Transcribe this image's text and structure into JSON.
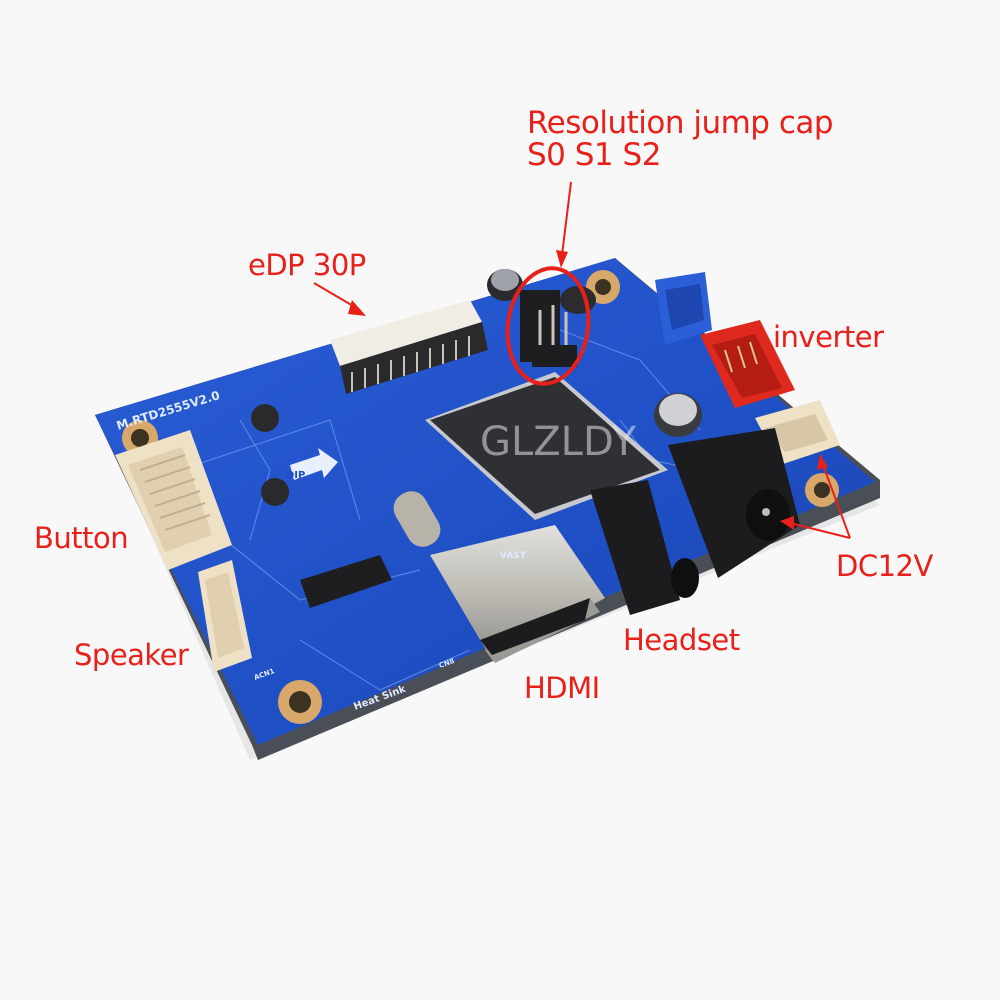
{
  "colors": {
    "background": "#f8f8f8",
    "annotation": "#e8201a",
    "pcb": "#1f4fc4",
    "pcb_edge": "#3a3d44",
    "connector_red": "#e0291e",
    "connector_blue": "#2a5fd8",
    "connector_white": "#efe1c6"
  },
  "annotations": [
    {
      "id": "resolution",
      "label": "Resolution jump cap",
      "sub": "S0 S1 S2"
    },
    {
      "id": "edp",
      "label": "eDP 30P"
    },
    {
      "id": "inverter",
      "label": "inverter"
    },
    {
      "id": "button",
      "label": "Button"
    },
    {
      "id": "speaker",
      "label": "Speaker"
    },
    {
      "id": "headset",
      "label": "Headset"
    },
    {
      "id": "hdmi",
      "label": "HDMI"
    },
    {
      "id": "dc12v",
      "label": "DC12V"
    }
  ],
  "board": {
    "model": "M.RTD2555V2.0",
    "silkscreen": {
      "dip": "DIP",
      "heat_sink": "Heat Sink",
      "acn1": "ACN1",
      "cn8": "CN8",
      "hdmi_mark": "VAST"
    },
    "watermark": "GLZLDY"
  }
}
